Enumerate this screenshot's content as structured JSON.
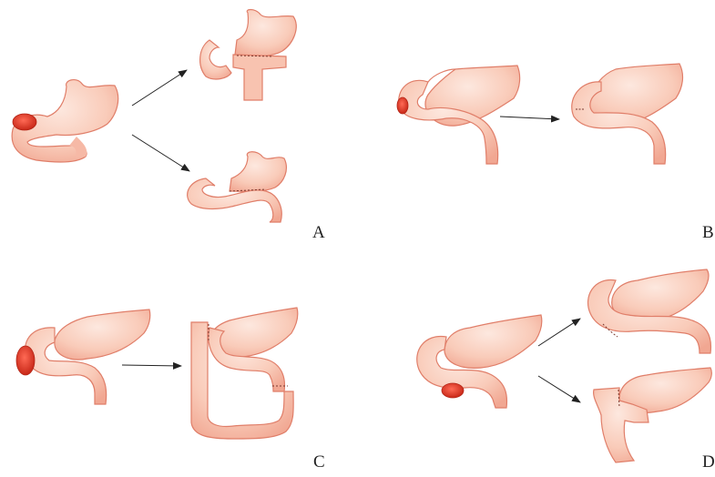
{
  "panels": [
    {
      "label": "A",
      "description_role": "gastric-lesion-resection-two-reconstructions"
    },
    {
      "label": "B",
      "description_role": "pyloric-lesion-resection-anastomosis"
    },
    {
      "label": "C",
      "description_role": "lesion-resection-loop-reconstruction"
    },
    {
      "label": "D",
      "description_role": "duodenal-lesion-resection-two-reconstructions"
    }
  ],
  "colors": {
    "tissue_fill": "#f8c7b5",
    "tissue_edge": "#e27d68",
    "tissue_highlight": "#fde5dc",
    "tissue_mottle": "#eea08c",
    "lesion": "#e8402f",
    "suture": "#7a3a30",
    "arrow": "#222222",
    "background": "#ffffff"
  }
}
